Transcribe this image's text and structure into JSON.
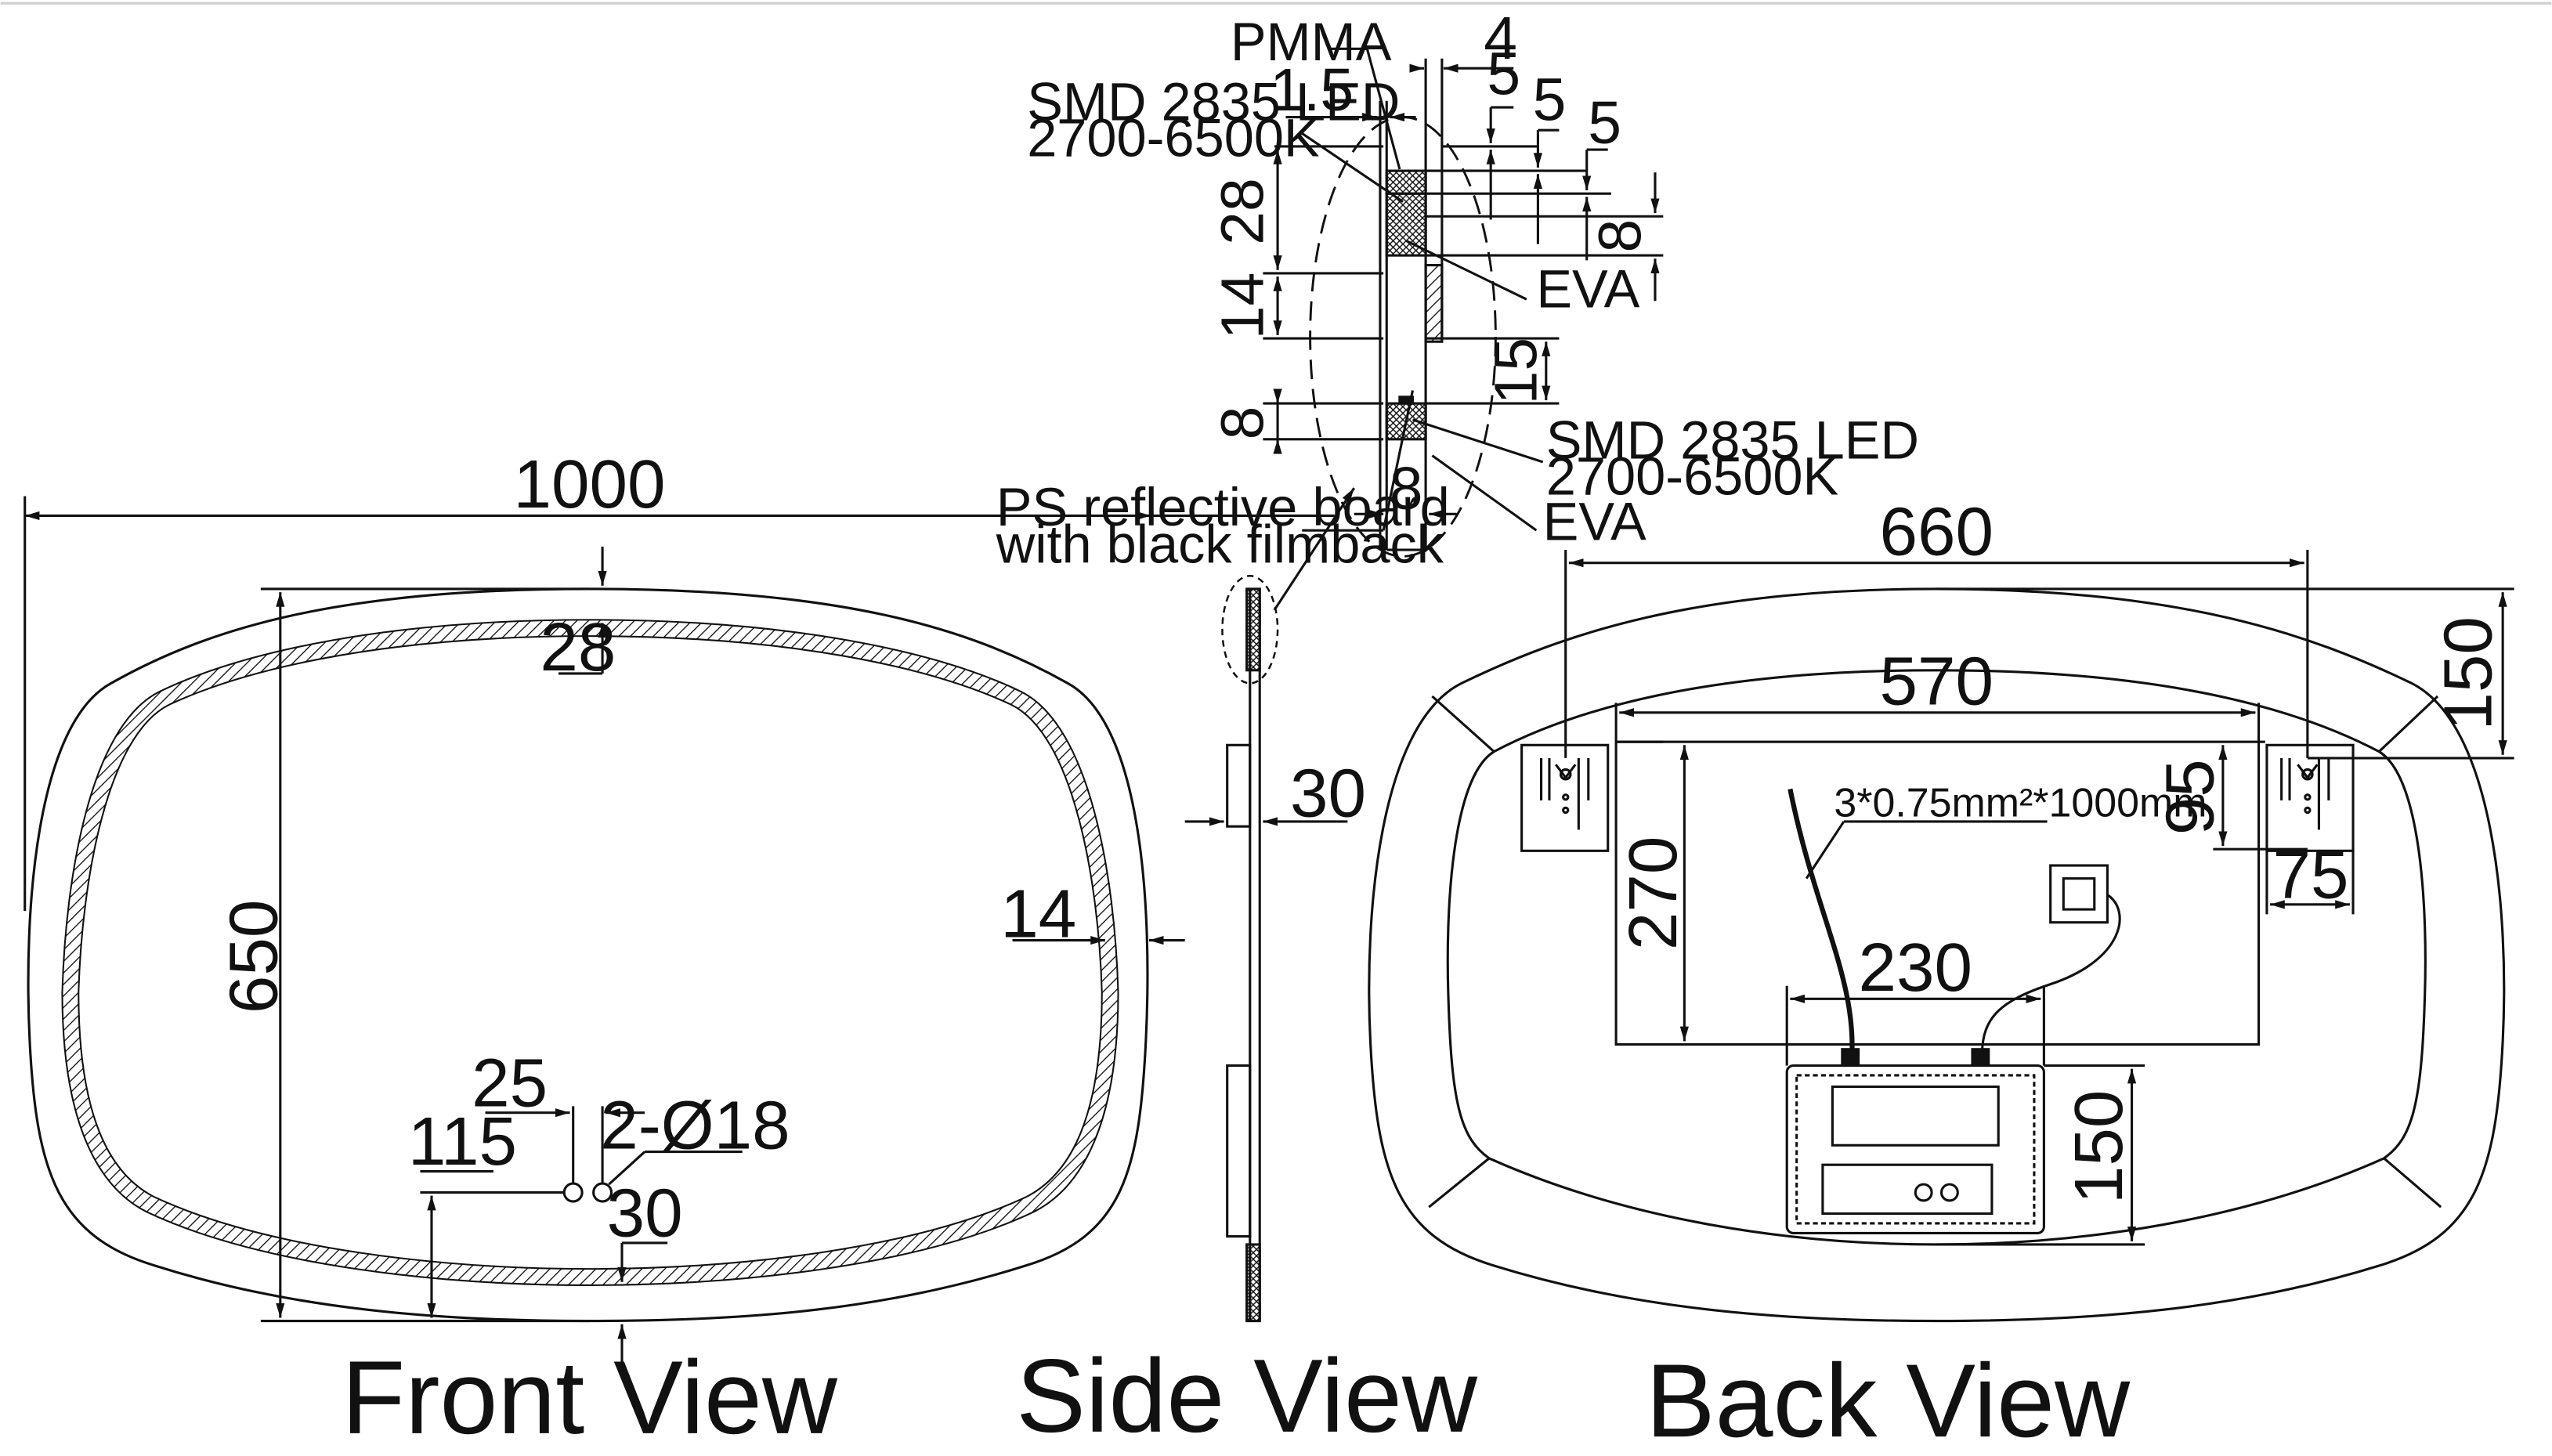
{
  "views": {
    "front": "Front View",
    "side": "Side View",
    "back": "Back View"
  },
  "front": {
    "width": "1000",
    "height": "650",
    "led_inset": "28",
    "edge_band": "14",
    "hole_spacing": "25",
    "hole_count_dia": "2-Ø18",
    "hole_height": "115",
    "hole_bottom": "30"
  },
  "side": {
    "thickness": "30",
    "callout": [
      "PS reflective board",
      "with black filmback"
    ],
    "detail": {
      "pmma": "PMMA",
      "led_top": [
        "SMD 2835 LED",
        "2700-6500K"
      ],
      "led_bottom": [
        "SMD 2835 LED",
        "2700-6500K"
      ],
      "eva_top": "EVA",
      "eva_bottom": "EVA",
      "dims": {
        "d4": "4",
        "d5a": "5",
        "d5b": "5",
        "d5c": "5",
        "d1_5": "1.5",
        "d28": "28",
        "d14": "14",
        "d15": "15",
        "d8_left": "8",
        "d8_right": "8",
        "d8_bottom": "8"
      }
    }
  },
  "back": {
    "bracket_spacing": "660",
    "frame_width": "570",
    "bracket_top": "150",
    "bracket_offset": "95",
    "bracket_width": "75",
    "frame_height": "270",
    "box_width": "230",
    "box_height": "150",
    "cable": "3*0.75mm²*1000mm"
  },
  "colors": {
    "line": "#111111",
    "background": "#ffffff"
  }
}
